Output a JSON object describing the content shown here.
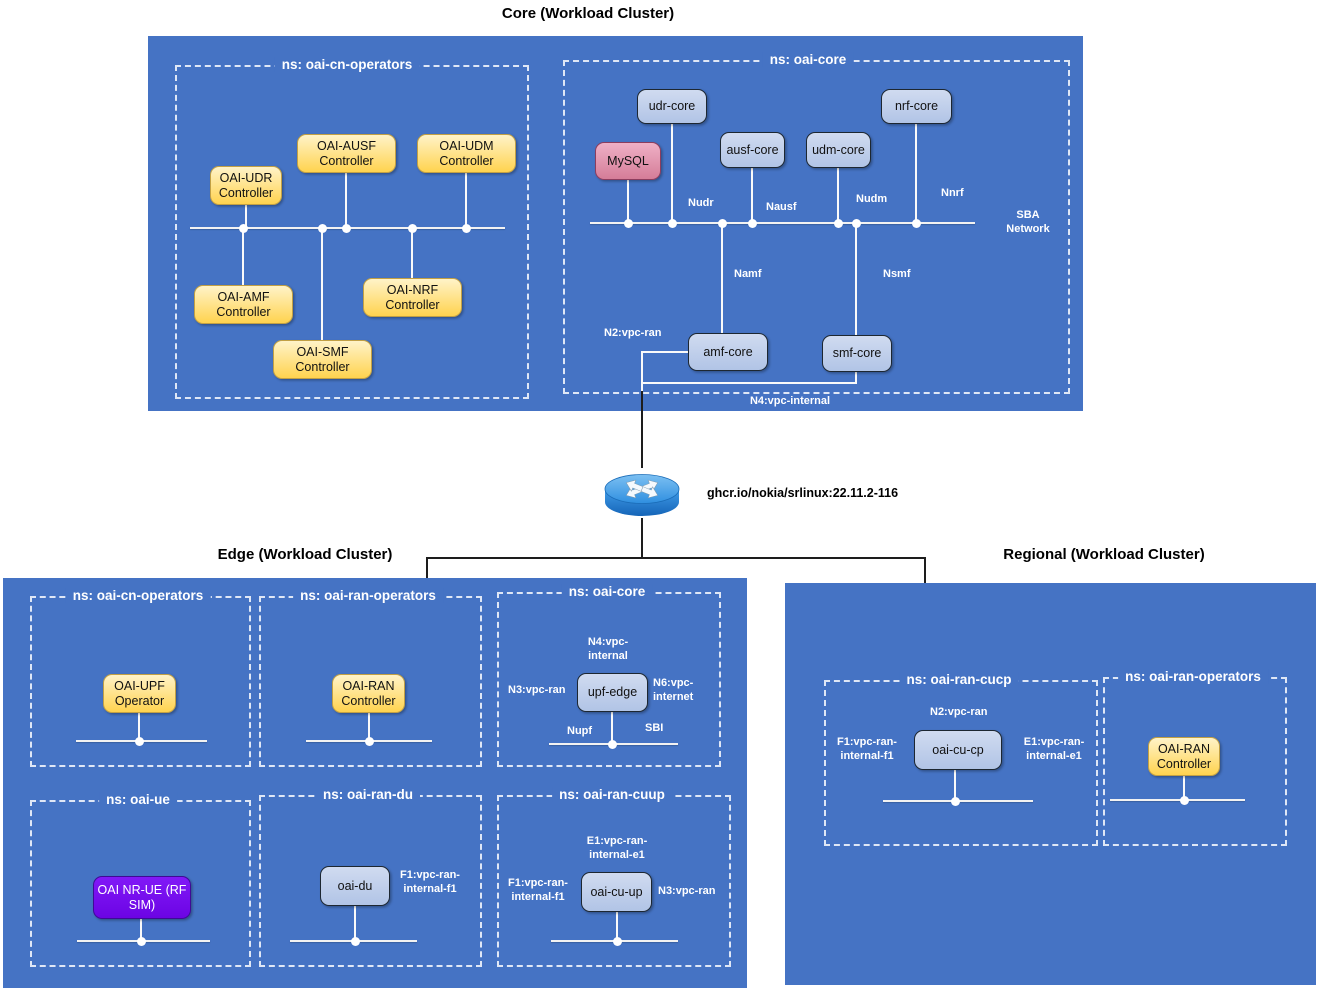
{
  "titles": {
    "core": "Core (Workload Cluster)",
    "edge": "Edge (Workload Cluster)",
    "regional": "Regional (Workload Cluster)"
  },
  "router": {
    "label": "ghcr.io/nokia/srlinux:22.11.2-116"
  },
  "colors": {
    "cluster_blue": "#4573c4",
    "node_blue": "#b9cbe8",
    "node_yellow": "#ffd95e",
    "node_pink": "#df8fa8",
    "node_purple": "#7008f0",
    "bus_line": "#f2f2f2"
  },
  "core": {
    "ns_cn": {
      "label": "ns: oai-cn-operators",
      "nodes": {
        "udr": "OAI-UDR Controller",
        "ausf": "OAI-AUSF Controller",
        "udm": "OAI-UDM Controller",
        "amf": "OAI-AMF Controller",
        "nrf": "OAI-NRF Controller",
        "smf": "OAI-SMF Controller"
      }
    },
    "ns_core": {
      "label": "ns: oai-core",
      "nodes": {
        "mysql": "MySQL",
        "udr": "udr-core",
        "ausf": "ausf-core",
        "udm": "udm-core",
        "nrf": "nrf-core",
        "amf": "amf-core",
        "smf": "smf-core"
      },
      "nets": {
        "nudr": "Nudr",
        "nausf": "Nausf",
        "nudm": "Nudm",
        "nnrf": "Nnrf",
        "sba": "SBA Network",
        "namf": "Namf",
        "nsmf": "Nsmf",
        "n2": "N2:vpc-ran",
        "n4": "N4:vpc-internal"
      }
    }
  },
  "edge": {
    "ns_cn": {
      "label": "ns: oai-cn-operators",
      "node": "OAI-UPF Operator"
    },
    "ns_ran_op": {
      "label": "ns: oai-ran-operators",
      "node": "OAI-RAN Controller"
    },
    "ns_core": {
      "label": "ns: oai-core",
      "node": "upf-edge",
      "nets": {
        "n4": "N4:vpc-internal",
        "n3": "N3:vpc-ran",
        "n6": "N6:vpc-internet",
        "nupf": "Nupf",
        "sbi": "SBI"
      }
    },
    "ns_ue": {
      "label": "ns: oai-ue",
      "node": "OAI NR-UE (RF SIM)"
    },
    "ns_du": {
      "label": "ns: oai-ran-du",
      "node": "oai-du",
      "nets": {
        "f1": "F1:vpc-ran-internal-f1"
      }
    },
    "ns_cuup": {
      "label": "ns: oai-ran-cuup",
      "node": "oai-cu-up",
      "nets": {
        "e1": "E1:vpc-ran-internal-e1",
        "f1": "F1:vpc-ran-internal-f1",
        "n3": "N3:vpc-ran"
      }
    }
  },
  "regional": {
    "ns_cucp": {
      "label": "ns: oai-ran-cucp",
      "node": "oai-cu-cp",
      "nets": {
        "n2": "N2:vpc-ran",
        "f1": "F1:vpc-ran-internal-f1",
        "e1": "E1:vpc-ran-internal-e1"
      }
    },
    "ns_ran_op": {
      "label": "ns: oai-ran-operators",
      "node": "OAI-RAN Controller"
    }
  }
}
